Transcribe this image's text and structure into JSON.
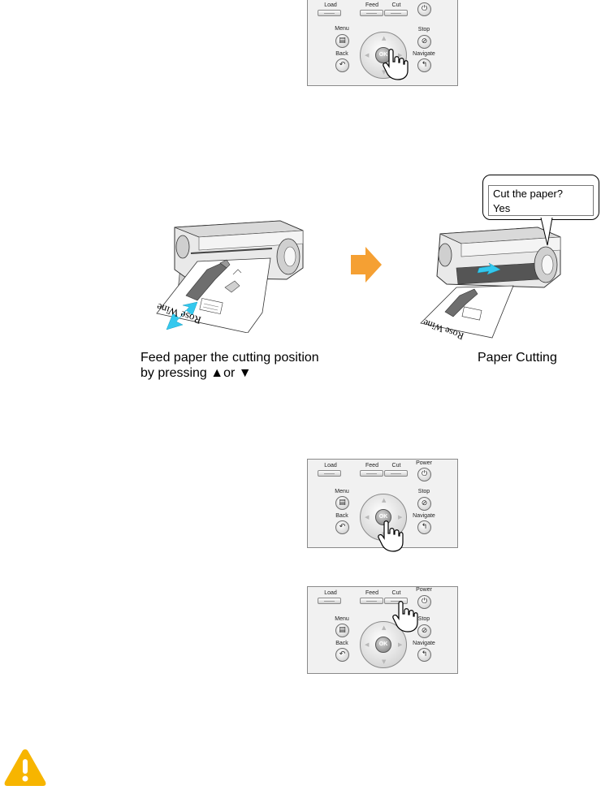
{
  "panel": {
    "load_label": "Load",
    "feed_label": "Feed",
    "cut_label": "Cut",
    "power_label": "Power",
    "menu_label": "Menu",
    "stop_label": "Stop",
    "back_label": "Back",
    "navigate_label": "Navigate",
    "ok_label": "OK"
  },
  "illustration": {
    "left_caption_line1": "Feed paper the cutting position",
    "left_caption_line2": "by pressing ▲or ▼",
    "right_caption": "Paper Cutting",
    "paper_text": "Rose Wine",
    "display_line1": "Cut the paper?",
    "display_line2": "Yes"
  },
  "colors": {
    "arrow_orange": "#f5a033",
    "cyan_arrow": "#33c8ee",
    "warning_yellow": "#f7b500"
  },
  "icons": [
    "power-icon",
    "menu-icon",
    "stop-icon",
    "back-icon",
    "navigate-icon",
    "hand-pointer-icon",
    "warning-icon",
    "right-arrow-icon"
  ]
}
